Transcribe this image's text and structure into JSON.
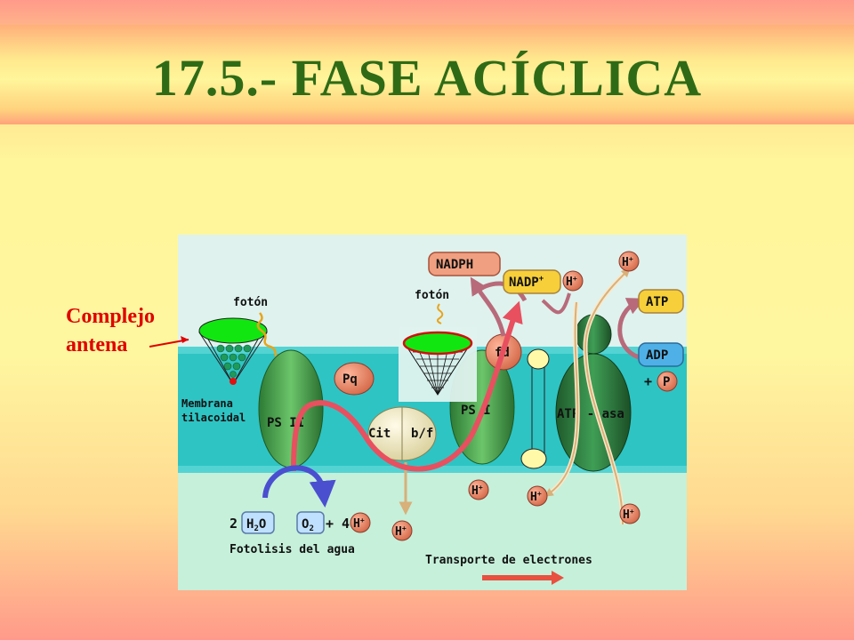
{
  "title": "17.5.- FASE ACÍCLICA",
  "callout": {
    "line1": "Complejo",
    "line2": "antena"
  },
  "diagram": {
    "foton_left": "fotón",
    "foton_right": "fotón",
    "membrana_line1": "Membrana",
    "membrana_line2": "tilacoidal",
    "ps2": "PS II",
    "pq": "Pq",
    "cit": "Cit",
    "bf": "b/f",
    "ps1": "PS I",
    "fd": "fd",
    "atpasa": "ATP - asa",
    "nadph": "NADPH",
    "nadp": "NADP",
    "nadp_sup": "+",
    "atp": "ATP",
    "adp": "ADP",
    "plus_p": "+",
    "p": "P",
    "h": "H",
    "h_sup": "+",
    "water_coef": "2",
    "h2o": "H",
    "h2o_sub": "2",
    "h2o_o": "O",
    "o2": "O",
    "o2_sub": "2",
    "plus4": "+ 4",
    "fotolisis": "Fotolisis del agua",
    "transporte": "Transporte de electrones"
  },
  "colors": {
    "title": "#2f6b16",
    "callout": "#e00000",
    "membrane": "#2ec4c4",
    "stroma": "#bfeed9",
    "ps_green": "#3f9e4a"
  }
}
